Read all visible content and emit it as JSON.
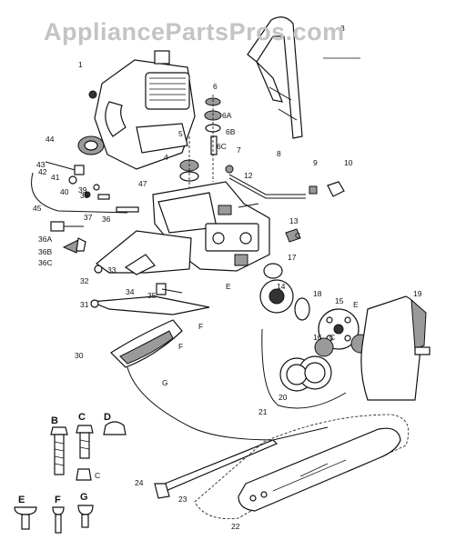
{
  "watermark": "AppliancePartsPros.com",
  "callouts": [
    "1",
    "3",
    "4",
    "5",
    "6",
    "6A",
    "6B",
    "6C",
    "7",
    "8",
    "9",
    "10",
    "12",
    "13",
    "14",
    "15",
    "16",
    "17",
    "18",
    "19",
    "20",
    "21",
    "22",
    "23",
    "24",
    "30",
    "31",
    "32",
    "33",
    "34",
    "35",
    "36",
    "36A",
    "36B",
    "36C",
    "37",
    "38",
    "39",
    "40",
    "41",
    "42",
    "43",
    "44",
    "45",
    "47",
    "C",
    "C",
    "C",
    "E",
    "E",
    "F",
    "F",
    "G"
  ],
  "hardware_labels": [
    "B",
    "C",
    "D",
    "E",
    "F",
    "G"
  ]
}
